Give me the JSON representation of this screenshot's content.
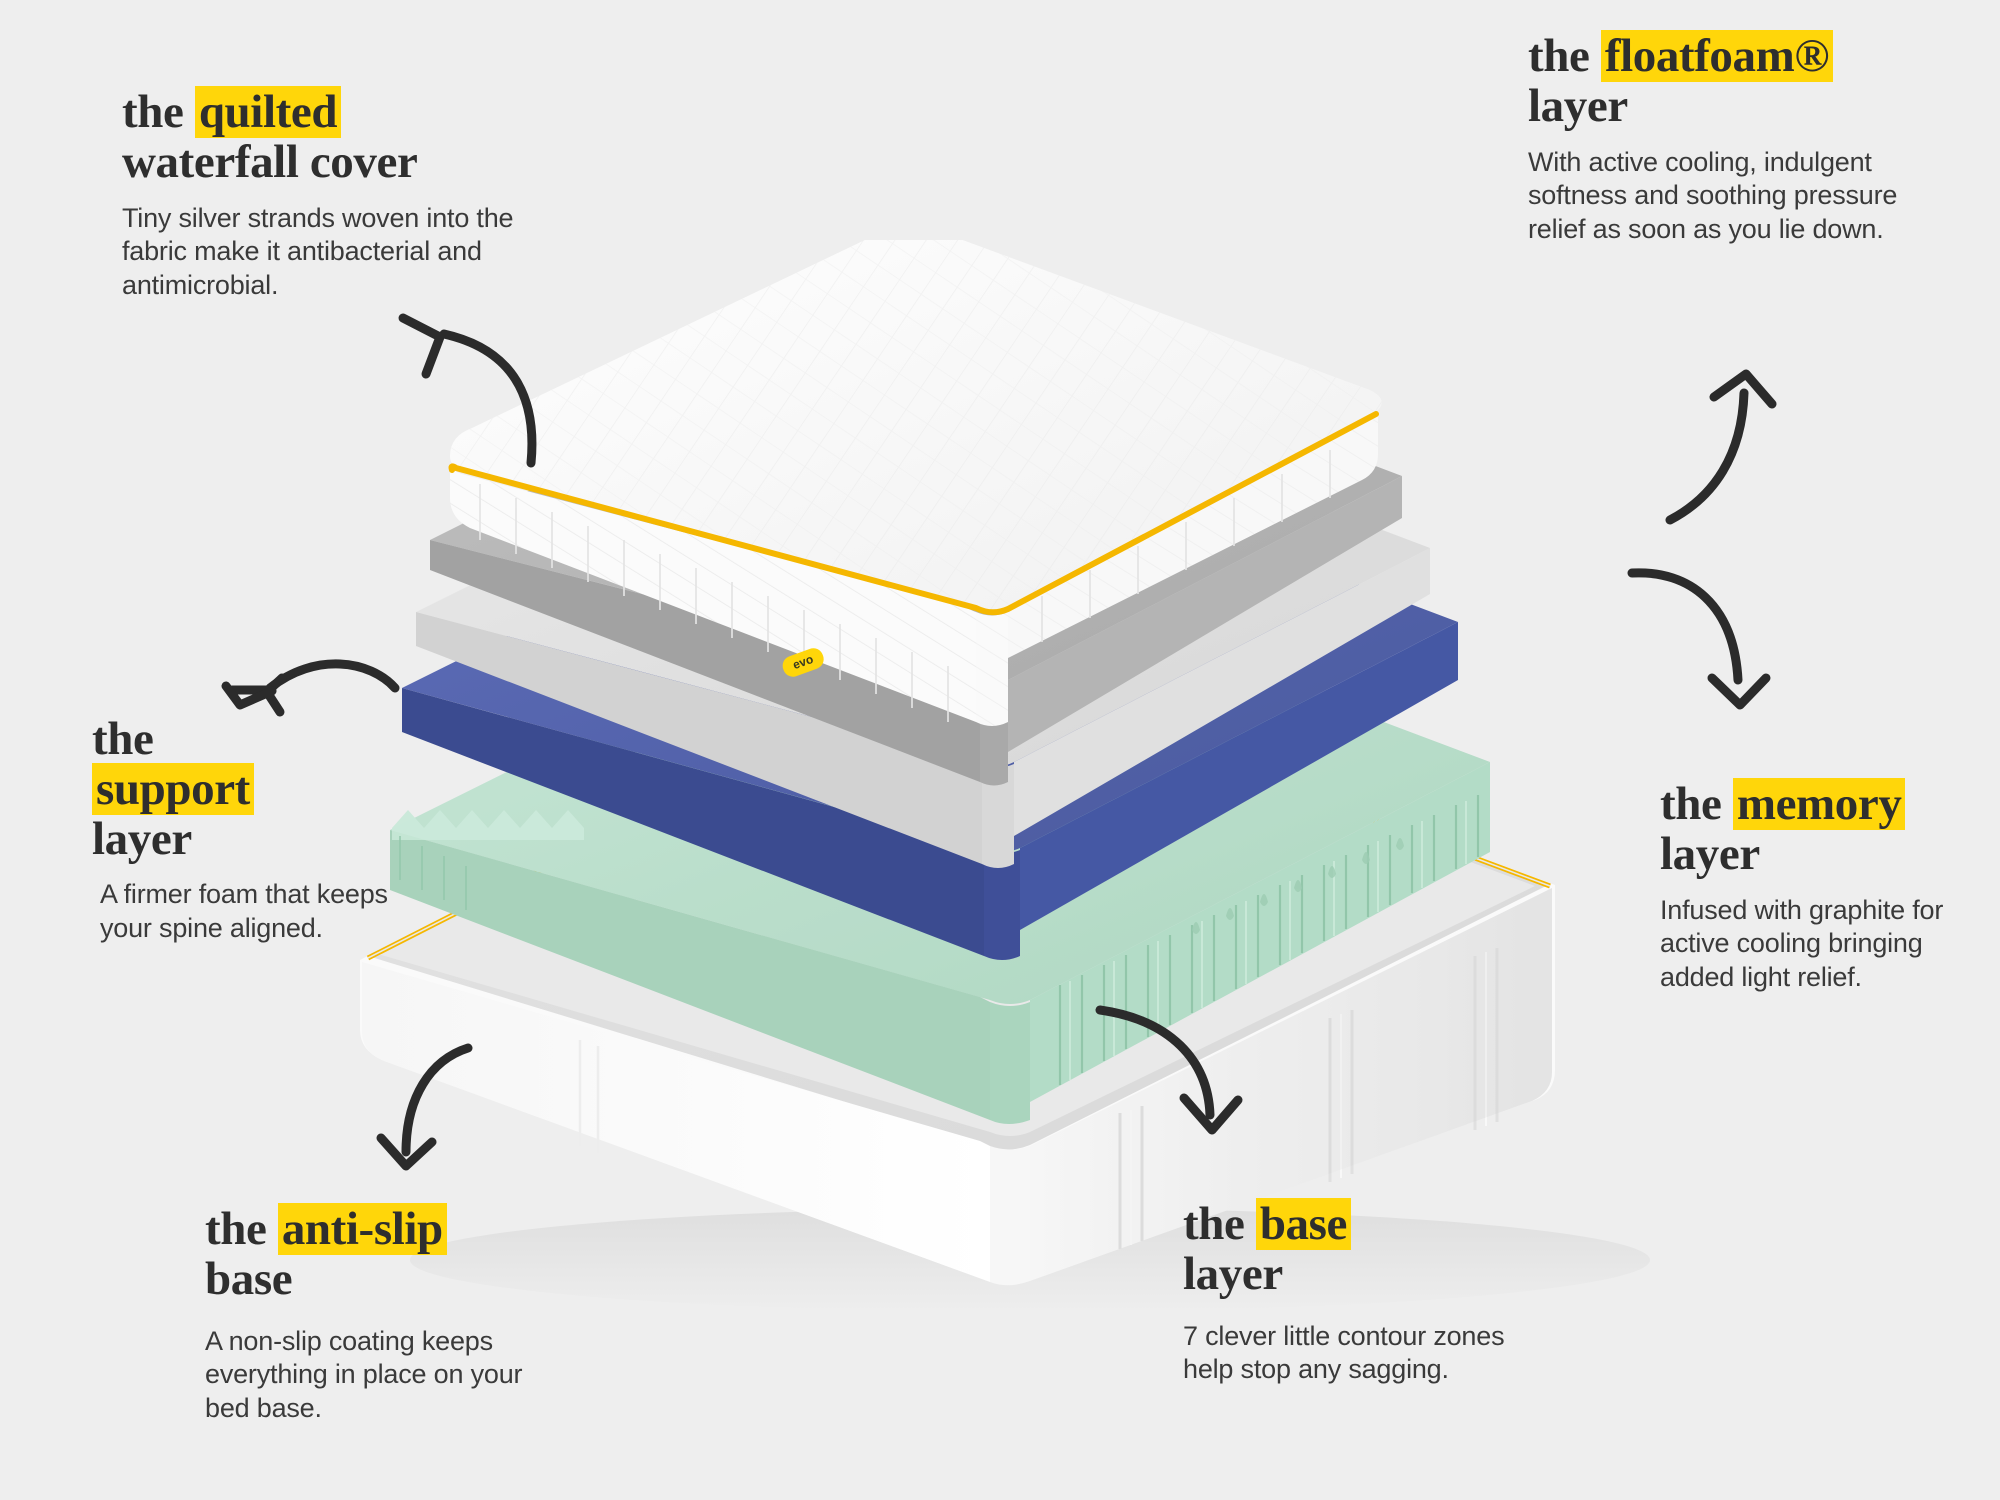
{
  "page": {
    "background_color": "#eeeeee",
    "highlight_color": "#FFD60A",
    "text_color": "#2e2e2e",
    "body_text_color": "#3a3a3a",
    "brand_badge": "evo"
  },
  "callouts": [
    {
      "id": "quilted",
      "title_pre": "the ",
      "title_highlight": "quilted",
      "title_post": "waterfall cover",
      "body": "Tiny silver strands woven into the fabric make it antibacterial and antimicrobial."
    },
    {
      "id": "floatfoam",
      "title_pre": "the ",
      "title_highlight": "floatfoam®",
      "title_post": "layer",
      "body": "With active cooling, indulgent softness and soothing pressure relief as soon as you lie down."
    },
    {
      "id": "support",
      "title_pre": "the",
      "title_highlight": "support",
      "title_post": "layer",
      "body": "A firmer foam that keeps your spine aligned."
    },
    {
      "id": "memory",
      "title_pre": "the ",
      "title_highlight": "memory",
      "title_post": "layer",
      "body": "Infused with graphite for active cooling bringing added light relief."
    },
    {
      "id": "antislip",
      "title_pre": "the ",
      "title_highlight": "anti-slip",
      "title_post": "base",
      "body": "A non-slip coating keeps everything in place on your bed base."
    },
    {
      "id": "base",
      "title_pre": "the ",
      "title_highlight": "base",
      "title_post": "layer",
      "body": "7 clever little contour zones help stop any sagging."
    }
  ],
  "illustration": {
    "alt": "exploded view of a layered foam mattress",
    "layers": [
      {
        "name": "quilted-waterfall-cover",
        "top_color": "#fbfbfb",
        "side_color": "#f2f2f2",
        "trim_color": "#F5B700"
      },
      {
        "name": "floatfoam-layer",
        "top_color": "#b9b9b9",
        "side_color": "#9d9d9d",
        "trim_color": ""
      },
      {
        "name": "memory-layer",
        "top_color": "#e2e2e2",
        "side_color": "#cfcfcf",
        "trim_color": ""
      },
      {
        "name": "support-layer",
        "top_color": "#4a5ca9",
        "side_color": "#3b4b8e",
        "trim_color": ""
      },
      {
        "name": "zoned-comfort-layer",
        "top_color": "#b5ddc8",
        "side_color": "#9ccbb2",
        "trim_color": ""
      },
      {
        "name": "base-layer",
        "top_color": "#fdfdfd",
        "side_color": "#f4f4f4",
        "trim_color": "#F5B700"
      }
    ],
    "contour_zone_count": 7
  },
  "arrows": [
    {
      "name": "arrow-to-quilted-cover",
      "direction": "up-left"
    },
    {
      "name": "arrow-to-floatfoam",
      "direction": "up"
    },
    {
      "name": "arrow-to-memory",
      "direction": "down-right"
    },
    {
      "name": "arrow-to-support",
      "direction": "up-left"
    },
    {
      "name": "arrow-to-antislip-base",
      "direction": "down-left"
    },
    {
      "name": "arrow-to-base-layer",
      "direction": "down"
    }
  ]
}
